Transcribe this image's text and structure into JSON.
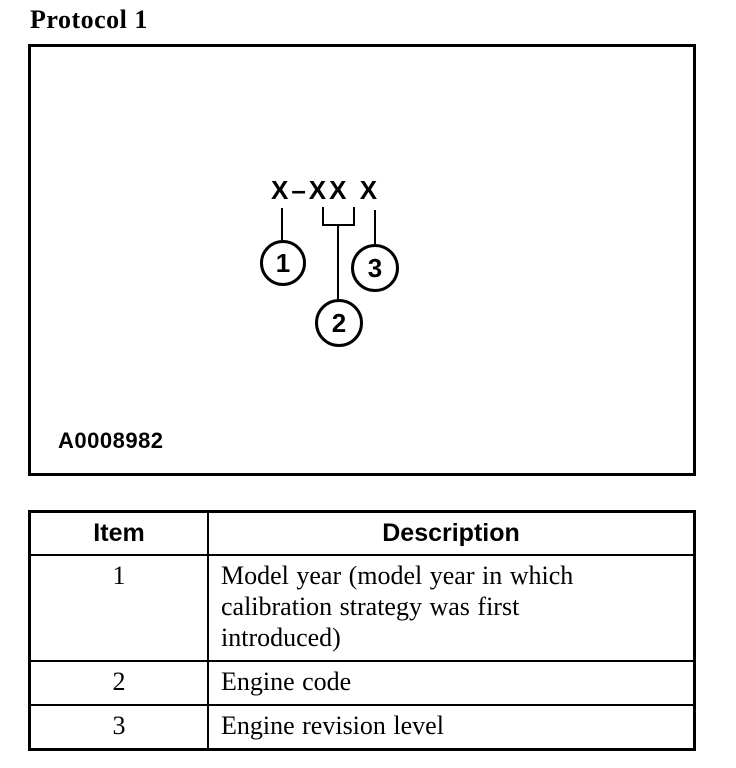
{
  "page": {
    "title": "Protocol 1"
  },
  "figure": {
    "code_text": "X–XX X",
    "figure_id": "A0008982",
    "callouts": [
      "1",
      "2",
      "3"
    ]
  },
  "table": {
    "headers": [
      "Item",
      "Description"
    ],
    "rows": [
      {
        "item": "1",
        "description": "Model year (model year in which\ncalibration strategy was first\nintroduced)"
      },
      {
        "item": "2",
        "description": "Engine code"
      },
      {
        "item": "3",
        "description": "Engine revision level"
      }
    ]
  },
  "colors": {
    "ink": "#000000",
    "paper": "#ffffff"
  }
}
